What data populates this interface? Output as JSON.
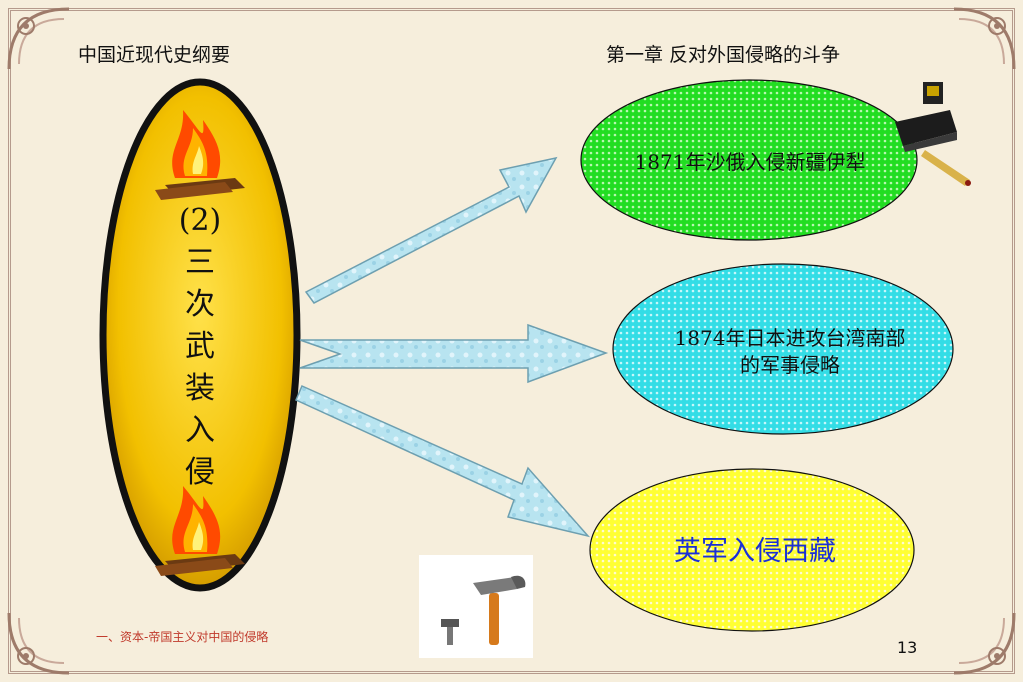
{
  "header": {
    "course_title": "中国近现代史纲要",
    "chapter_title": "第一章  反对外国侵略的斗争"
  },
  "center_label": {
    "chars": [
      "(2)",
      "三",
      "次",
      "武",
      "装",
      "入",
      "侵"
    ]
  },
  "nodes": [
    {
      "text_lines": [
        "1871年沙俄入侵新疆伊犁"
      ],
      "fill": "#22dd22"
    },
    {
      "text_lines": [
        "1874年日本进攻台湾南部",
        "的军事侵略"
      ],
      "fill": "#33dde6"
    },
    {
      "text_lines": [
        "英军入侵西藏"
      ],
      "fill": "#ffff33"
    }
  ],
  "colors": {
    "oval_fill": "#f2c800",
    "oval_border": "#111111",
    "arrow_fill": "#b8e4f0",
    "arrow_stroke": "#6d9fb0",
    "footer_text": "#c0392b",
    "accent_text": "#1a2fd6"
  },
  "icons": [
    "fire-icon",
    "hammer-icon",
    "pen-stand-icon"
  ],
  "footer": {
    "section_title": "一、资本-帝国主义对中国的侵略",
    "page_number": "13"
  }
}
